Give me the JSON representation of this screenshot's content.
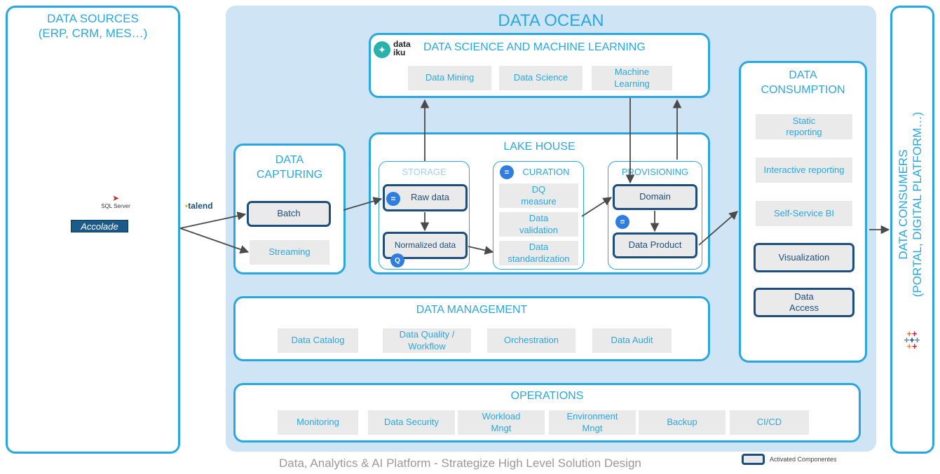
{
  "sources": {
    "title": "DATA SOURCES",
    "subtitle": "(ERP, CRM, MES…)",
    "sql_logo": "SQL Server",
    "accolade": "Accolade"
  },
  "talend": "talend",
  "ocean": {
    "title": "DATA OCEAN"
  },
  "dsml": {
    "logo_top": "data",
    "logo_bottom": "iku",
    "title": "DATA SCIENCE AND MACHINE LEARNING",
    "items": [
      "Data Mining",
      "Data Science",
      "Machine Learning"
    ]
  },
  "capturing": {
    "title_1": "DATA",
    "title_2": "CAPTURING",
    "batch": "Batch",
    "streaming": "Streaming"
  },
  "lakehouse": {
    "title": "LAKE HOUSE",
    "storage": {
      "title": "STORAGE",
      "raw": "Raw data",
      "normalized": "Normalized data"
    },
    "curation": {
      "title": "CURATION",
      "items": [
        "DQ measure",
        "Data validation",
        "Data standardization"
      ]
    },
    "provisioning": {
      "title": "PROVISIONING",
      "domain": "Domain",
      "product": "Data Product"
    }
  },
  "management": {
    "title": "DATA MANAGEMENT",
    "items": [
      "Data Catalog",
      "Data Quality / Workflow",
      "Orchestration",
      "Data Audit"
    ]
  },
  "operations": {
    "title": "OPERATIONS",
    "items": [
      "Monitoring",
      "Data Security",
      "Workload Mngt",
      "Environment Mngt",
      "Backup",
      "CI/CD"
    ]
  },
  "consumption": {
    "title_1": "DATA",
    "title_2": "CONSUMPTION",
    "items": [
      "Static reporting",
      "Interactive reporting",
      "Self-Service BI",
      "Visualization",
      "Data Access"
    ]
  },
  "consumers": {
    "line1": "DATA CONSUMERS",
    "line2": "(PORTAL, DIGITAL PLATFORM…)"
  },
  "footer": {
    "caption": "Data, Analytics & AI Platform - Strategize High Level Solution Design",
    "legend": "Activated Componentes"
  },
  "colors": {
    "primary": "#2aa7e0",
    "activated": "#1e4e7e",
    "ocean": "#cfe5f5",
    "chip": "#eaeaea"
  }
}
